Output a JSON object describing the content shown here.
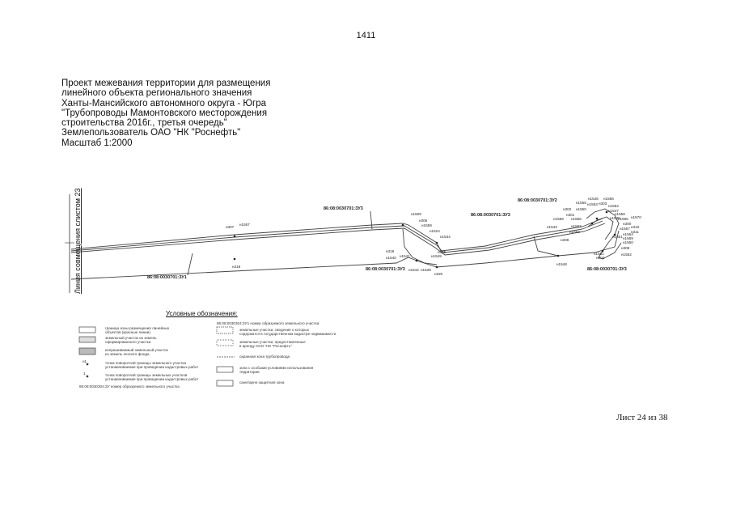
{
  "page_number": "1411",
  "title_lines": [
    "Проект межевания территории для размещения",
    "линейного объекта регионального значения",
    "Ханты-Мансийского автономного округа - Югра",
    "\"Трубопроводы Мамонтовского месторождения",
    "строительства 2016г., третья очередь\"",
    "Землепользователь ОАО \"НК \"Роснефть\"",
    "Масштаб 1:2000"
  ],
  "side_label": "Линия совмещения слистом 23",
  "sheet_label": "Лист 24 из 38",
  "map": {
    "parcels": {
      "zu1": "86:08:0030701:ЗУ1",
      "zu3_mid": "86:08:0030701:ЗУ3",
      "zu3_left": "86:08:0030701:ЗУ3",
      "zu3_right": "86:08:0030701:ЗУ3",
      "zu2": "86:08:0030701:ЗУ2",
      "zu3_bottom_right": "86:08:0030701:ЗУ3"
    },
    "points": {
      "n1557": "н1557",
      "n307": "н307",
      "n318": "н318",
      "n1509": "н1509",
      "n1559_top": "н1559",
      "n306": "н306",
      "n1524": "н1524",
      "n1544": "н1544",
      "n319": "н319",
      "n1541": "н1541",
      "n1540": "н1540",
      "n1542": "н1542",
      "n1539": "н1539",
      "n320": "н320",
      "n1543": "н1543",
      "n1549": "н1549",
      "n305": "н305",
      "n1562": "н1562",
      "n1563": "н1563",
      "n1548": "н1548",
      "n308": "н308",
      "n309": "н309",
      "n1561": "н1561",
      "n304": "н304",
      "n1560": "н1560",
      "n1552": "н1552",
      "n1546": "н1546",
      "n1556": "н1556",
      "n1555": "н1555",
      "n1553": "н1553",
      "n303": "н303",
      "n302": "н302",
      "n1550": "н1550",
      "n301": "н301",
      "n1568": "н1568",
      "n1566": "н1566",
      "n1558": "н1558",
      "n1567": "н1567",
      "n1554": "н1554",
      "n1547": "н1547",
      "n1565": "н1565",
      "n300": "н300",
      "n1564": "н1564",
      "n1545": "н1545",
      "n1551": "н1551",
      "n1569": "н1569",
      "n1570": "н1570",
      "n310": "н310",
      "n311": "н311"
    }
  },
  "legend": {
    "title": "Условные обозначения:",
    "left": [
      [
        "граница зоны размещения линейных",
        "объектов (красные линии)"
      ],
      [
        "земельный участок из земель",
        "сформированного участка"
      ],
      [
        "испрашиваемый земельный участок",
        "из земель лесного фонда"
      ],
      [
        "точка поворотной границы земельного участка",
        "устанавливаемая при проведении кадастровых работ"
      ],
      [
        "точка поворотной границы земельных участков",
        "устанавливаемая при проведении кадастровых работ"
      ]
    ],
    "bottom_line": "86:08:0030304:ЗУ номер образуемого земельного участка",
    "right_header": "86:08:0030304:ЗУ1 номер образуемого земельного участка",
    "right": [
      [
        "земельные участки, сведения о которых",
        "содержатся в государственном кадастре недвижимости"
      ],
      [
        "земельные участки, предоставленные",
        "в аренду ОАО \"НК \"Роснефть\""
      ],
      [
        "охранная зона трубопровода",
        ""
      ],
      [
        "зона с особыми условиями использования",
        "территории"
      ],
      [
        "санитарно-защитная зона",
        ""
      ]
    ],
    "pt_symbol_1": "н1",
    "pt_symbol_2": "1"
  },
  "colors": {
    "boundary": "#444444",
    "text": "#111111",
    "background": "#ffffff"
  }
}
